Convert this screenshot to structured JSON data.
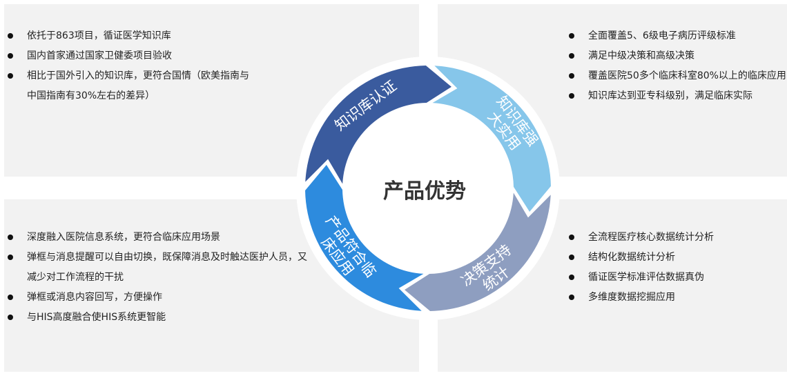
{
  "center_title": "产品优势",
  "segments": [
    {
      "label": "知识库认证",
      "color": "#3a5b9e"
    },
    {
      "label_lines": [
        "知识库强",
        "大实用"
      ],
      "color": "#86c6ea"
    },
    {
      "label_lines": [
        "决策支持",
        "统计"
      ],
      "color": "#8e9ec0"
    },
    {
      "label_lines": [
        "产品符合临",
        "床应用"
      ],
      "color": "#2d8bde"
    }
  ],
  "quadrants": {
    "top_left": [
      "依托于863项目，循证医学知识库",
      "国内首家通过国家卫健委项目验收",
      "相比于国外引入的知识库，更符合国情（欧美指南与中国指南有30%左右的差异）"
    ],
    "top_right": [
      "全面覆盖5、6级电子病历评级标准",
      "满足中级决策和高级决策",
      "覆盖医院50多个临床科室80%以上的临床应用",
      "知识库达到亚专科级别，满足临床实际"
    ],
    "bottom_left": [
      "深度融入医院信息系统，更符合临床应用场景",
      "弹框与消息提醒可以自由切换，既保障消息及时触达医护人员，又减少对工作流程的干扰",
      "弹框或消息内容回写，方便操作",
      "与HIS高度融合使HIS系统更智能"
    ],
    "bottom_right": [
      "全流程医疗核心数据统计分析",
      "结构化数据统计分析",
      "循证医学标准评估数据真伪",
      "多维度数据挖掘应用"
    ]
  }
}
